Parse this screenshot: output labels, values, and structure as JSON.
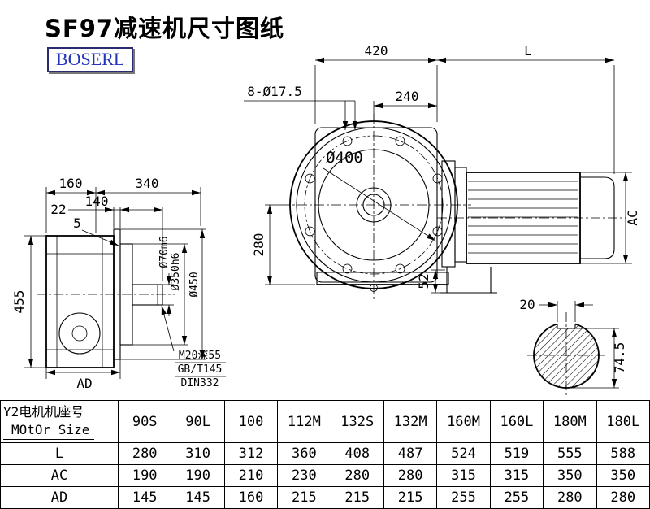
{
  "page": {
    "title": "SF97减速机尺寸图纸",
    "logo": "BOSERL"
  },
  "drawing": {
    "dim_420": "420",
    "dim_L": "L",
    "dim_holes": "8-Ø17.5",
    "dim_240": "240",
    "dim_dia400": "Ø400",
    "dim_280": "280",
    "dim_52": "52",
    "dim_AC": "AC",
    "dim_160": "160",
    "dim_340": "340",
    "dim_22": "22",
    "dim_140": "140",
    "dim_5": "5",
    "dim_dia70": "Ø70m6",
    "dim_dia350": "Ø350h6",
    "dim_dia450": "Ø450",
    "dim_455": "455",
    "dim_AD": "AD",
    "note_thread": "M20深55",
    "note_std1": "GB/T145",
    "note_std2": "DIN332",
    "dim_20": "20",
    "dim_74_5": "74.5"
  },
  "table": {
    "header_label_line1": "Y2电机机座号",
    "header_label_line2": "MOtOr Size",
    "columns": [
      "90S",
      "90L",
      "100",
      "112M",
      "132S",
      "132M",
      "160M",
      "160L",
      "180M",
      "180L"
    ],
    "rows": [
      {
        "label": "L",
        "values": [
          "280",
          "310",
          "312",
          "360",
          "408",
          "487",
          "524",
          "519",
          "555",
          "588"
        ]
      },
      {
        "label": "AC",
        "values": [
          "190",
          "190",
          "210",
          "230",
          "280",
          "280",
          "315",
          "315",
          "350",
          "350"
        ]
      },
      {
        "label": "AD",
        "values": [
          "145",
          "145",
          "160",
          "215",
          "215",
          "215",
          "255",
          "255",
          "280",
          "280"
        ]
      }
    ]
  }
}
